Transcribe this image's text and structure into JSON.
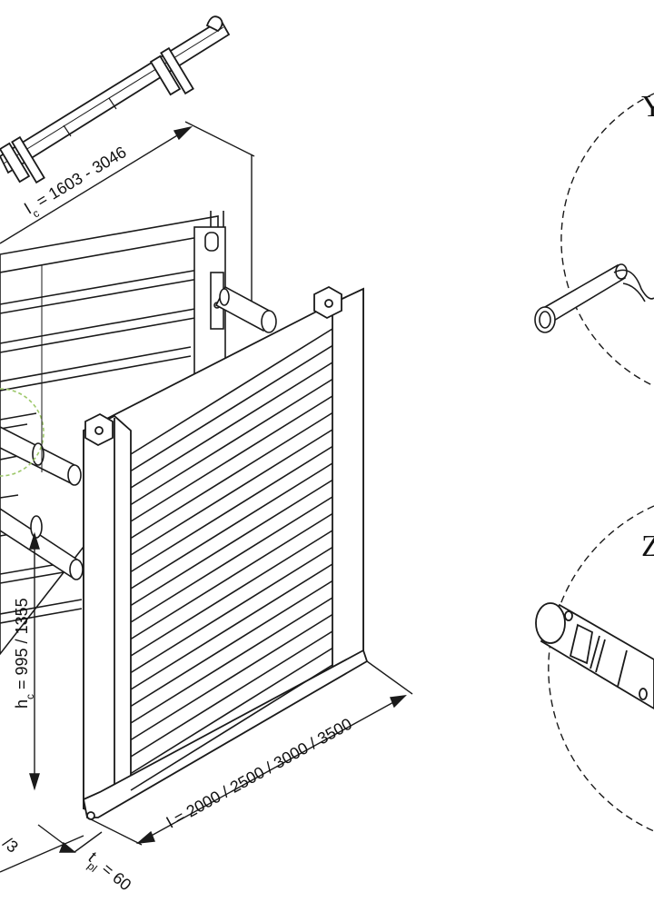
{
  "dimensions": {
    "lc": "l",
    "lc_sub": "c",
    "lc_value": " = 1603 - 3046",
    "hc": "h",
    "hc_sub": "c",
    "hc_value": " = 995 / 1355",
    "l": "l  = 2000 / 2500 / 3000 / 3500",
    "tpl": "t",
    "tpl_sub": "pl",
    "tpl_value": " = 60",
    "partial_left": "/3"
  },
  "details": {
    "y": "Y",
    "z": "Z"
  },
  "colors": {
    "line": "#1a1a1a",
    "highlight": "#9dc86a"
  }
}
